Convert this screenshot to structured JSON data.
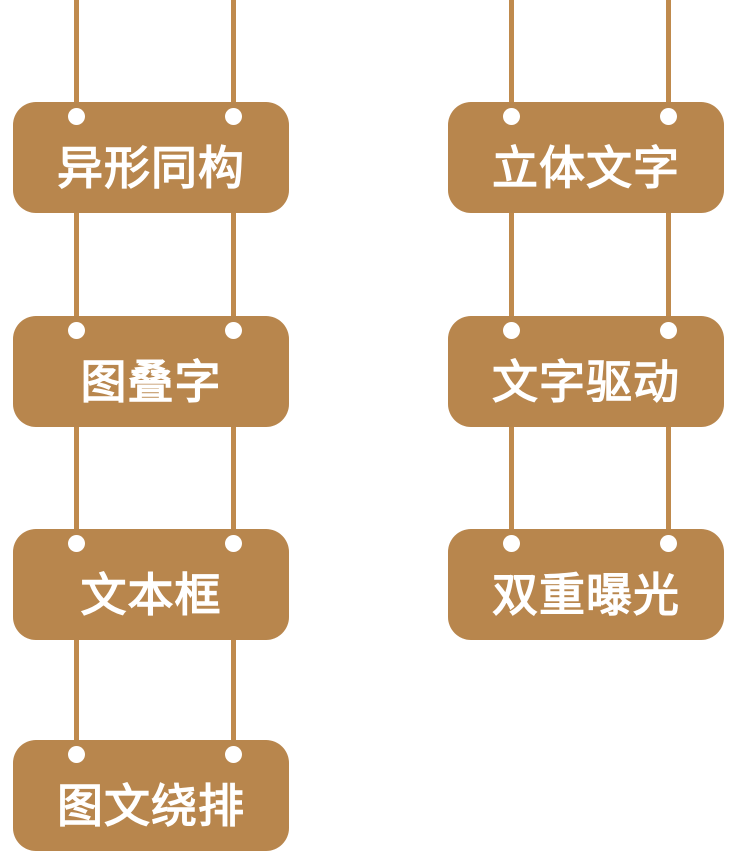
{
  "page": {
    "background": "#FFFFFF"
  },
  "colors": {
    "sign": "#B8864D",
    "string": "#BF8A4D",
    "hole": "#FFFFFF",
    "text": "#FFFFFF"
  },
  "columns": [
    {
      "id": "left",
      "signs": [
        {
          "label": "异形同构"
        },
        {
          "label": "图叠字"
        },
        {
          "label": "文本框"
        },
        {
          "label": "图文绕排"
        }
      ]
    },
    {
      "id": "right",
      "signs": [
        {
          "label": "立体文字"
        },
        {
          "label": "文字驱动"
        },
        {
          "label": "双重曝光"
        }
      ]
    }
  ]
}
